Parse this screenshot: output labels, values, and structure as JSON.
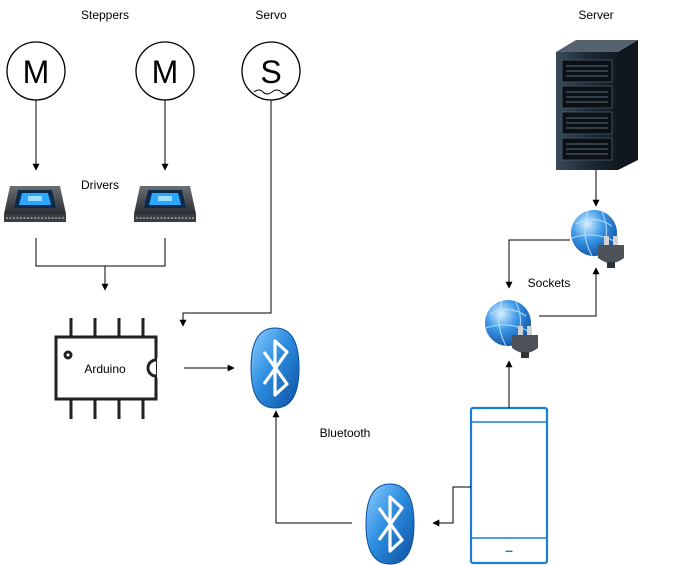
{
  "labels": {
    "steppers": "Steppers",
    "servo": "Servo",
    "server": "Server",
    "drivers": "Drivers",
    "arduino": "Arduino",
    "sockets": "Sockets",
    "bluetooth": "Bluetooth"
  },
  "motors": {
    "stepper_letter": "M",
    "servo_letter": "S"
  },
  "phone": {
    "home_glyph": "–"
  },
  "colors": {
    "line": "#000000",
    "phone_blue": "#1a7fd4",
    "bluetooth_blue": "#2e7fd0",
    "globe_blue": "#1e74c8",
    "driver_screen": "#2aa8ff",
    "server_dark": "#1d2a36"
  }
}
